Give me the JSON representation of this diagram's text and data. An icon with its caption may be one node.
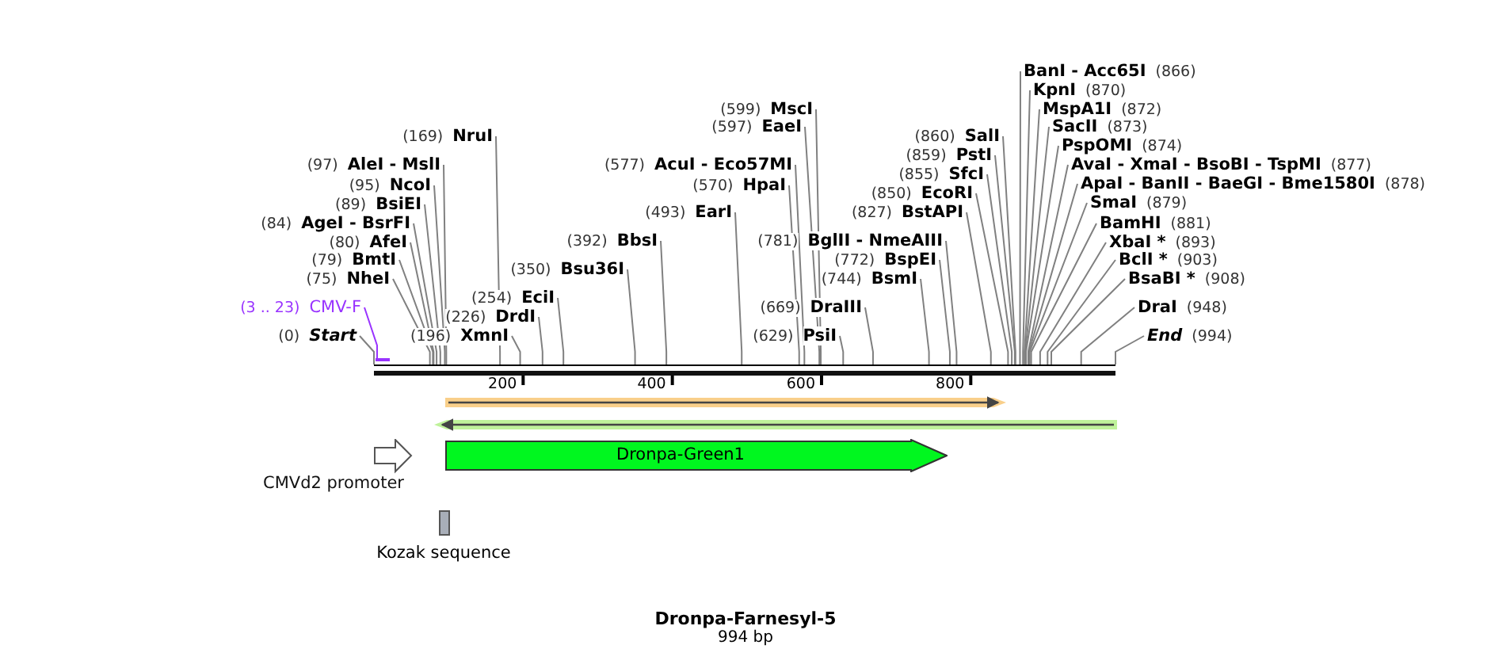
{
  "diagram": {
    "title": "Dronpa-Farnesyl-5",
    "caption": "994 bp",
    "nodes": [
      {
        "text": [
          "BanI - Acc65I",
          "(866)"
        ]
      },
      {
        "text": [
          "KpnI",
          "(870)"
        ]
      },
      {
        "text": [
          "MspA1I",
          "(872)"
        ]
      },
      {
        "text": [
          "(599)",
          "MscI"
        ]
      },
      {
        "text": [
          "SacII",
          "(873)"
        ]
      },
      {
        "text": [
          "(597)",
          "EaeI"
        ]
      },
      {
        "text": [
          "(169)",
          "NruI"
        ]
      },
      {
        "text": [
          "(860)",
          "SalI"
        ]
      },
      {
        "text": [
          "PspOMI",
          "(874)"
        ]
      },
      {
        "text": [
          "(859)",
          "PstI"
        ]
      },
      {
        "text": [
          "(97)",
          "AleI - MslI"
        ]
      },
      {
        "text": [
          "(577)",
          "AcuI - Eco57MI"
        ]
      },
      {
        "text": [
          "AvaI - XmaI - BsoBI - TspMI",
          "(877)"
        ]
      },
      {
        "text": [
          "(855)",
          "SfcI"
        ]
      },
      {
        "text": [
          "(570)",
          "HpaI"
        ]
      },
      {
        "text": [
          "(95)",
          "NcoI"
        ]
      },
      {
        "text": [
          "ApaI - BanII - BaeGI - Bme1580I",
          "(878)"
        ]
      },
      {
        "text": [
          "(850)",
          "EcoRI"
        ]
      },
      {
        "text": [
          "(89)",
          "BsiEI"
        ]
      },
      {
        "text": [
          "SmaI",
          "(879)"
        ]
      },
      {
        "text": [
          "(493)",
          "EarI"
        ]
      },
      {
        "text": [
          "(827)",
          "BstAPI"
        ]
      },
      {
        "text": [
          "(84)",
          "AgeI - BsrFI"
        ]
      },
      {
        "text": [
          "BamHI",
          "(881)"
        ]
      },
      {
        "text": [
          "(80)",
          "AfeI"
        ]
      },
      {
        "text": [
          "(392)",
          "BbsI"
        ]
      },
      {
        "text": [
          "(781)",
          "BglII - NmeAIII"
        ]
      },
      {
        "text": [
          "XbaI *",
          "(893)"
        ]
      },
      {
        "text": [
          "(79)",
          "BmtI"
        ]
      },
      {
        "text": [
          "(772)",
          "BspEI"
        ]
      },
      {
        "text": [
          "BclI *",
          "(903)"
        ]
      },
      {
        "text": [
          "(350)",
          "Bsu36I"
        ]
      },
      {
        "text": [
          "(75)",
          "NheI"
        ]
      },
      {
        "text": [
          "(744)",
          "BsmI"
        ]
      },
      {
        "text": [
          "BsaBI *",
          "(908)"
        ]
      },
      {
        "text": [
          "(254)",
          "EciI"
        ]
      },
      {
        "text": [
          "(3 .. 23)",
          "CMV-F"
        ]
      },
      {
        "text": [
          "(669)",
          "DraIII"
        ]
      },
      {
        "text": [
          "DraI",
          "(948)"
        ]
      },
      {
        "text": [
          "(226)",
          "DrdI"
        ]
      },
      {
        "text": [
          "(0)",
          "Start"
        ]
      },
      {
        "text": [
          "(196)",
          "XmnI"
        ]
      },
      {
        "text": [
          "(629)",
          "PsiI"
        ]
      },
      {
        "text": [
          "End",
          "(994)"
        ]
      },
      {
        "text": [],
        "shape": "bar"
      },
      {
        "text": [],
        "shape": "bar"
      },
      {
        "text": [],
        "shape": "arrow"
      },
      {
        "text": [],
        "shape": "arrow"
      },
      {
        "text": [
          "CMVd2 promoter"
        ]
      },
      {
        "text": [
          "Dronpa-Green1"
        ]
      },
      {
        "text": [
          "Kozak sequence"
        ]
      }
    ],
    "edges": [
      {
        "from": 0,
        "to": 44,
        "arrow": "none"
      },
      {
        "from": 1,
        "to": 44,
        "arrow": "none"
      },
      {
        "from": 2,
        "to": 44,
        "arrow": "none"
      },
      {
        "from": 3,
        "to": 44,
        "arrow": "none"
      },
      {
        "from": 4,
        "to": 44,
        "arrow": "none"
      },
      {
        "from": 5,
        "to": 44,
        "arrow": "none"
      },
      {
        "from": 6,
        "to": 44,
        "arrow": "none"
      },
      {
        "from": 7,
        "to": 44,
        "arrow": "none"
      },
      {
        "from": 8,
        "to": 44,
        "arrow": "none"
      },
      {
        "from": 9,
        "to": 44,
        "arrow": "none"
      },
      {
        "from": 10,
        "to": 44,
        "arrow": "none"
      },
      {
        "from": 11,
        "to": 44,
        "arrow": "none"
      },
      {
        "from": 12,
        "to": 44,
        "arrow": "none"
      },
      {
        "from": 13,
        "to": 44,
        "arrow": "none"
      },
      {
        "from": 14,
        "to": 44,
        "arrow": "none"
      },
      {
        "from": 15,
        "to": 44,
        "arrow": "none"
      },
      {
        "from": 16,
        "to": 44,
        "arrow": "none"
      },
      {
        "from": 17,
        "to": 44,
        "arrow": "none"
      },
      {
        "from": 18,
        "to": 44,
        "arrow": "none"
      },
      {
        "from": 19,
        "to": 44,
        "arrow": "none"
      },
      {
        "from": 20,
        "to": 44,
        "arrow": "none"
      },
      {
        "from": 21,
        "to": 44,
        "arrow": "none"
      },
      {
        "from": 22,
        "to": 44,
        "arrow": "none"
      },
      {
        "from": 23,
        "to": 44,
        "arrow": "none"
      },
      {
        "from": 24,
        "to": 44,
        "arrow": "none"
      },
      {
        "from": 25,
        "to": 44,
        "arrow": "none"
      },
      {
        "from": 26,
        "to": 44,
        "arrow": "none"
      },
      {
        "from": 27,
        "to": 44,
        "arrow": "none"
      },
      {
        "from": 28,
        "to": 44,
        "arrow": "none"
      },
      {
        "from": 29,
        "to": 44,
        "arrow": "none"
      },
      {
        "from": 30,
        "to": 44,
        "arrow": "none"
      },
      {
        "from": 31,
        "to": 44,
        "arrow": "none"
      },
      {
        "from": 32,
        "to": 44,
        "arrow": "none"
      },
      {
        "from": 33,
        "to": 44,
        "arrow": "none"
      },
      {
        "from": 34,
        "to": 44,
        "arrow": "none"
      },
      {
        "from": 35,
        "to": 44,
        "arrow": "none"
      },
      {
        "from": 36,
        "to": 45,
        "arrow": "none",
        "color": "#9933ff"
      },
      {
        "from": 37,
        "to": 44,
        "arrow": "none"
      },
      {
        "from": 38,
        "to": 44,
        "arrow": "none"
      },
      {
        "from": 39,
        "to": 44,
        "arrow": "none"
      },
      {
        "from": 40,
        "to": 44,
        "arrow": "none"
      },
      {
        "from": 41,
        "to": 44,
        "arrow": "none"
      },
      {
        "from": 42,
        "to": 44,
        "arrow": "none"
      },
      {
        "from": 43,
        "to": 44,
        "arrow": "none"
      }
    ],
    "labels": [
      "200",
      "400",
      "600",
      "800"
    ]
  }
}
